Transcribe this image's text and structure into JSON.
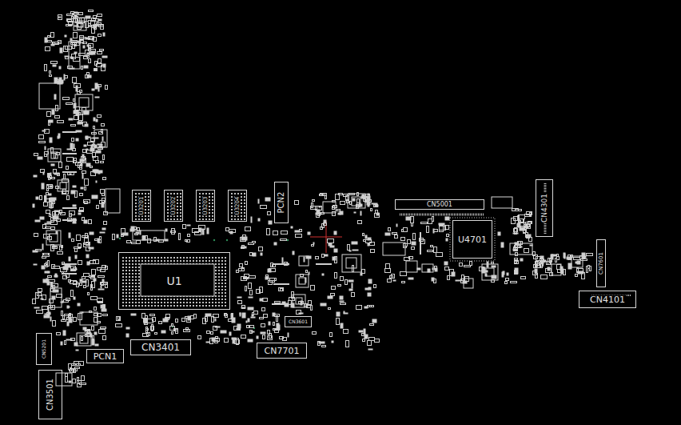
{
  "diagram": {
    "nodes": [
      {
        "text": [
          "CN4301"
        ]
      },
      {
        "text": [
          "U3201"
        ]
      },
      {
        "text": [
          "U3202"
        ]
      },
      {
        "text": [
          "U3203"
        ]
      },
      {
        "text": [
          "U3204"
        ]
      },
      {
        "text": [
          "PCN2"
        ]
      },
      {
        "text": [
          "CN5001"
        ]
      },
      {
        "text": [
          "U4701"
        ]
      },
      {
        "text": [
          "CN7601"
        ]
      },
      {
        "text": [
          "U1"
        ]
      },
      {
        "text": [
          "CN4101"
        ]
      },
      {
        "text": [
          "CN3601"
        ]
      },
      {
        "text": [
          "CN5201"
        ]
      },
      {
        "text": [
          "CN3401"
        ]
      },
      {
        "text": [
          "CN7701"
        ]
      },
      {
        "text": [
          "PCN1"
        ]
      },
      {
        "text": [
          "CN3501"
        ]
      }
    ]
  }
}
